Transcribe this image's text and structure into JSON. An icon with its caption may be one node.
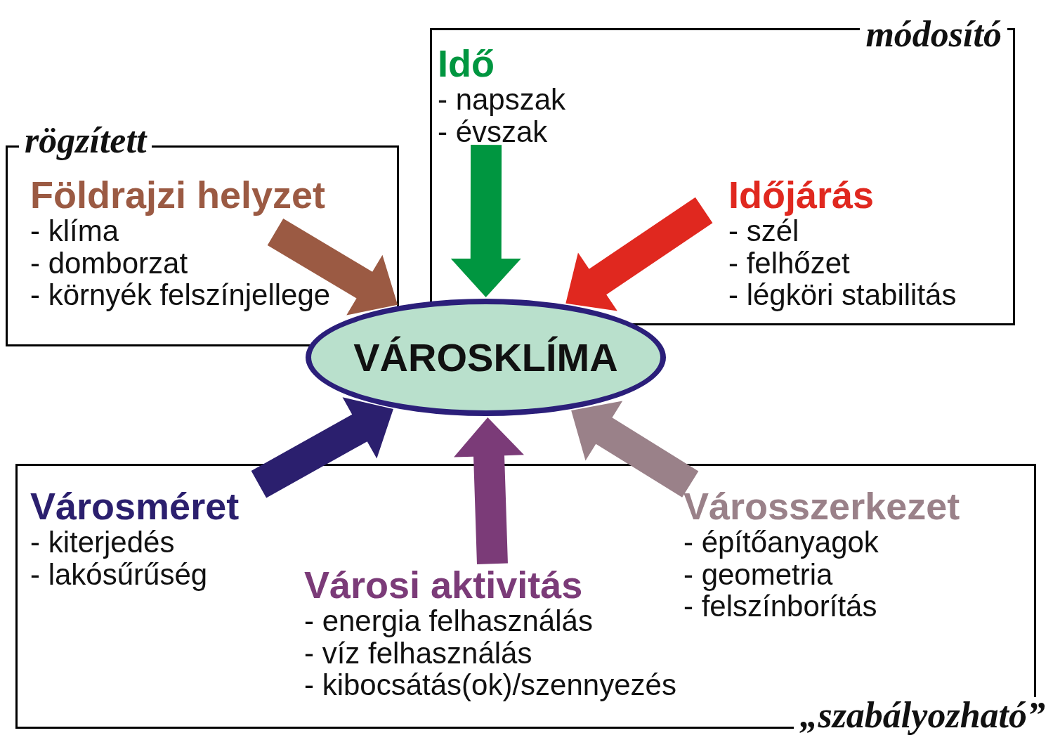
{
  "diagram": {
    "nodes": [
      {
        "text": [
          "módosító"
        ]
      },
      {
        "text": [
          "Idő",
          "- napszak",
          "- évszak"
        ],
        "in": 0
      },
      {
        "text": [
          "Időjárás",
          "- szél",
          "- felhőzet",
          "- légköri stabilitás"
        ],
        "in": 0
      },
      {
        "text": [
          "rögzített"
        ]
      },
      {
        "text": [
          "Földrajzi helyzet",
          "- klíma",
          "- domborzat",
          "- környék felszínjellege"
        ],
        "in": 3
      },
      {
        "text": [
          "VÁROSKLÍMA"
        ]
      },
      {
        "text": [
          "„szabályozható”"
        ]
      },
      {
        "text": [
          "Városméret",
          "- kiterjedés",
          "- lakósűrűség"
        ],
        "in": 6
      },
      {
        "text": [
          "Városi aktivitás",
          "- energia felhasználás",
          "- víz felhasználás",
          "- kibocsátás(ok)/szennyezés"
        ],
        "in": 6
      },
      {
        "text": [
          "Városszerkezet",
          "- építőanyagok",
          "- geometria",
          "- felszínborítás"
        ],
        "in": 6
      }
    ],
    "edges": [
      {
        "from": 4,
        "to": 5,
        "arrow": "to",
        "color": "#9b5a43"
      },
      {
        "from": 1,
        "to": 5,
        "arrow": "to",
        "color": "#009640"
      },
      {
        "from": 2,
        "to": 5,
        "arrow": "to",
        "color": "#e0281f"
      },
      {
        "from": 7,
        "to": 5,
        "arrow": "to",
        "color": "#2b1f6e"
      },
      {
        "from": 8,
        "to": 5,
        "arrow": "to",
        "color": "#7b3b78"
      },
      {
        "from": 9,
        "to": 5,
        "arrow": "to",
        "color": "#9a8189"
      }
    ]
  }
}
